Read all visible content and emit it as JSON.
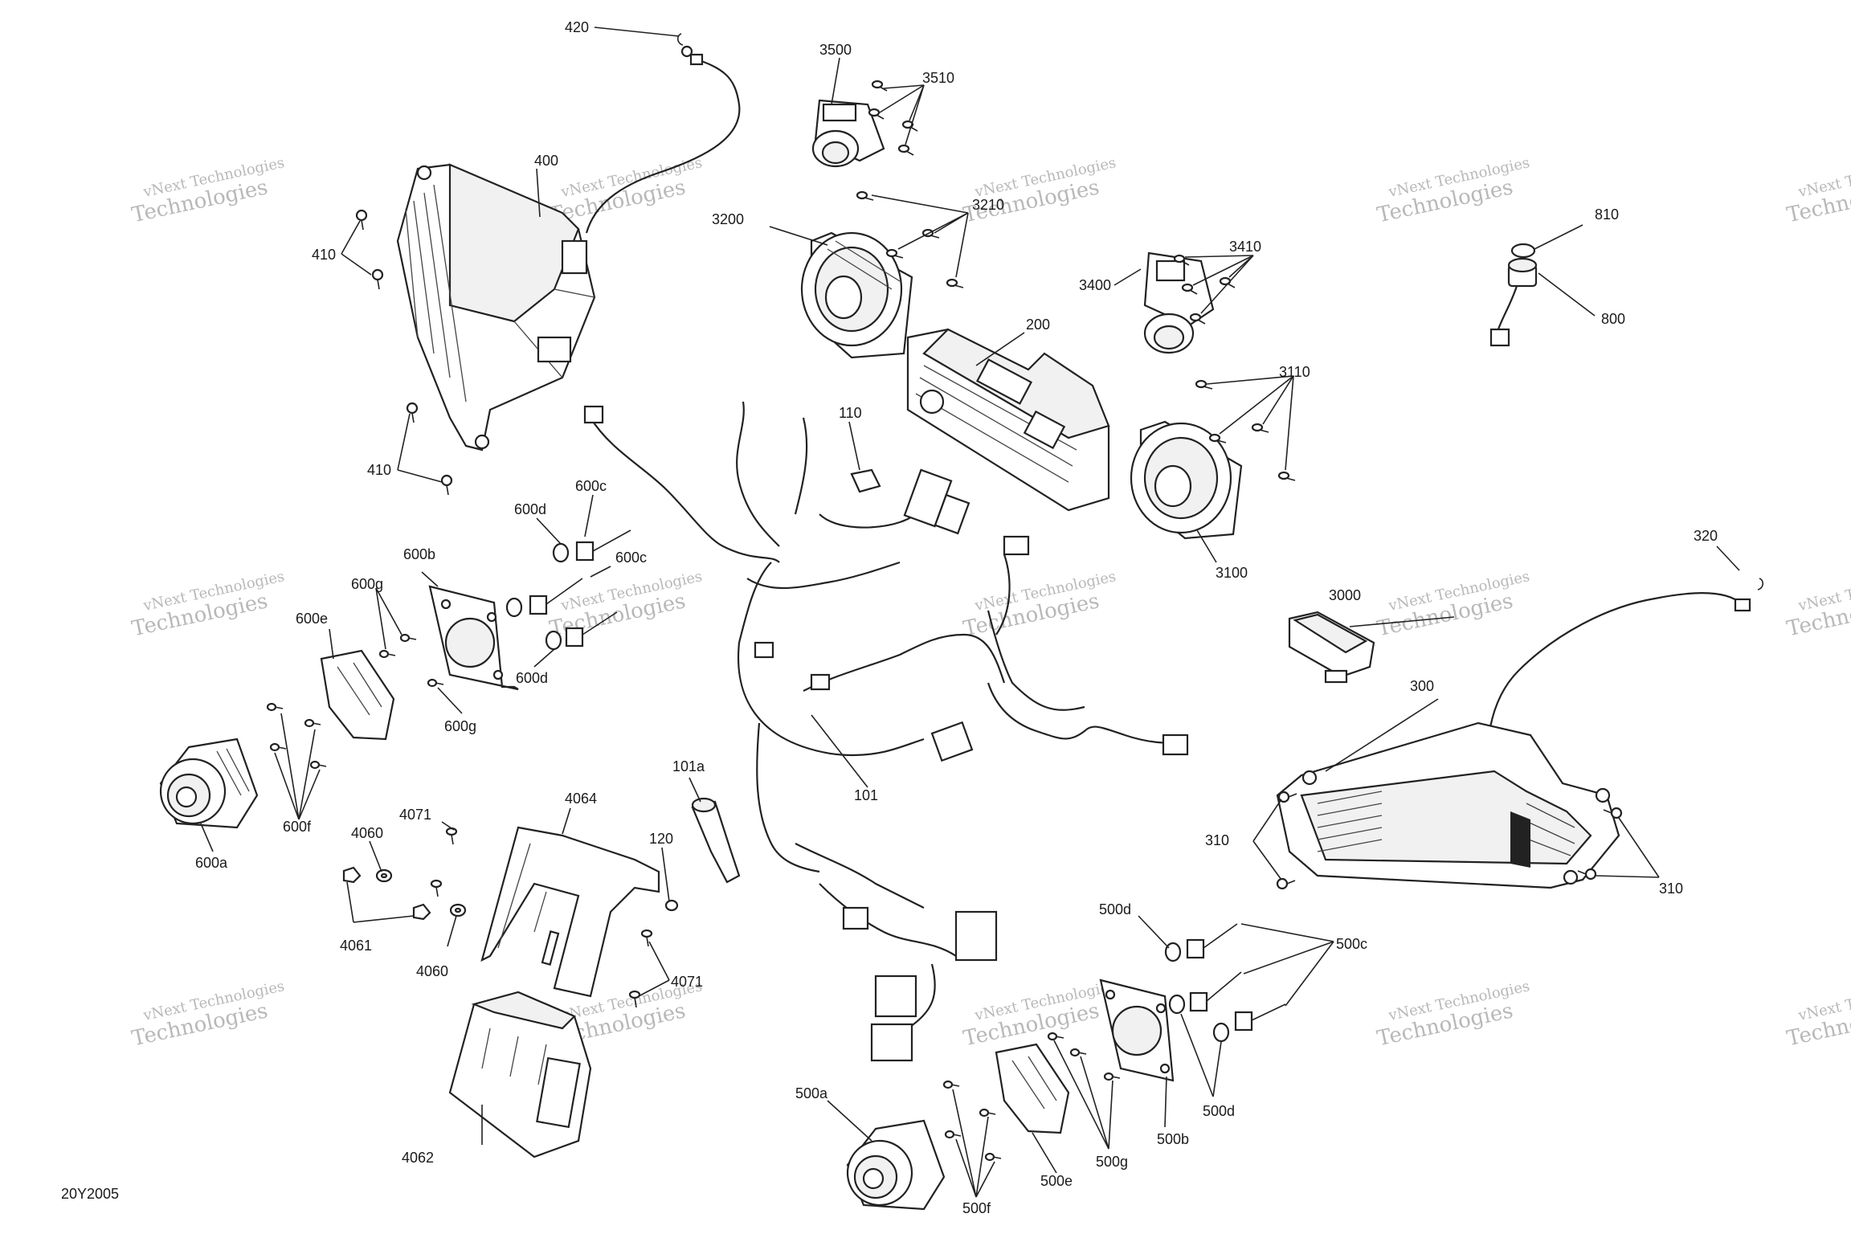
{
  "diagram": {
    "code": "20Y2005",
    "watermark_line1": "vNext Technologies",
    "watermark_line2": "Technologies",
    "labels": {
      "p420": "420",
      "p400": "400",
      "p410a": "410",
      "p410b": "410",
      "p3500": "3500",
      "p3510": "3510",
      "p3200": "3200",
      "p3210": "3210",
      "p3410": "3410",
      "p3400": "3400",
      "p200": "200",
      "p3110": "3110",
      "p3100": "3100",
      "p810": "810",
      "p800": "800",
      "p110": "110",
      "p600d_top": "600d",
      "p600c_top": "600c",
      "p600c_mid": "600c",
      "p600b": "600b",
      "p600g_top": "600g",
      "p600e": "600e",
      "p600d_bot": "600d",
      "p600g_bot": "600g",
      "p600f": "600f",
      "p600a": "600a",
      "p320": "320",
      "p3000": "3000",
      "p300": "300",
      "p310_left": "310",
      "p310_right": "310",
      "p101a": "101a",
      "p101": "101",
      "p4071_top": "4071",
      "p4064": "4064",
      "p4060_top": "4060",
      "p120": "120",
      "p4061": "4061",
      "p4060_bot": "4060",
      "p4071_bot": "4071",
      "p4062": "4062",
      "p500d_top": "500d",
      "p500c": "500c",
      "p500d_bot": "500d",
      "p500a": "500a",
      "p500b": "500b",
      "p500g": "500g",
      "p500e": "500e",
      "p500f": "500f"
    }
  }
}
